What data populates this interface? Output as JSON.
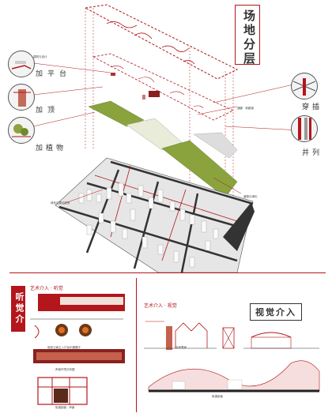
{
  "header": {
    "title": "场地分层",
    "colors": {
      "accent": "#b3161b",
      "green": "#8aa33c",
      "gray": "#d9d9d9"
    }
  },
  "left_labels": {
    "l1": "加平台",
    "l2": "加顶",
    "l3": "加植物",
    "small1": "建筑与设计",
    "small2": "绿化与周边关系"
  },
  "right_labels": {
    "r1": "穿插",
    "r2": "并列",
    "small1": "通廊 · 新廊道",
    "small2": "道路与绿化"
  },
  "audio": {
    "vtitle": "听觉介入",
    "sub": "艺术介入 · 听觉",
    "caption1": "临街立面主入口及乐器展厅",
    "caption2": "声音环境分布图",
    "caption3": "街道剖面 · 声景"
  },
  "visual": {
    "title": "视觉介入",
    "sub": "艺术介入 · 视觉",
    "caption1": "空间界面",
    "caption2": "街道剖面"
  }
}
